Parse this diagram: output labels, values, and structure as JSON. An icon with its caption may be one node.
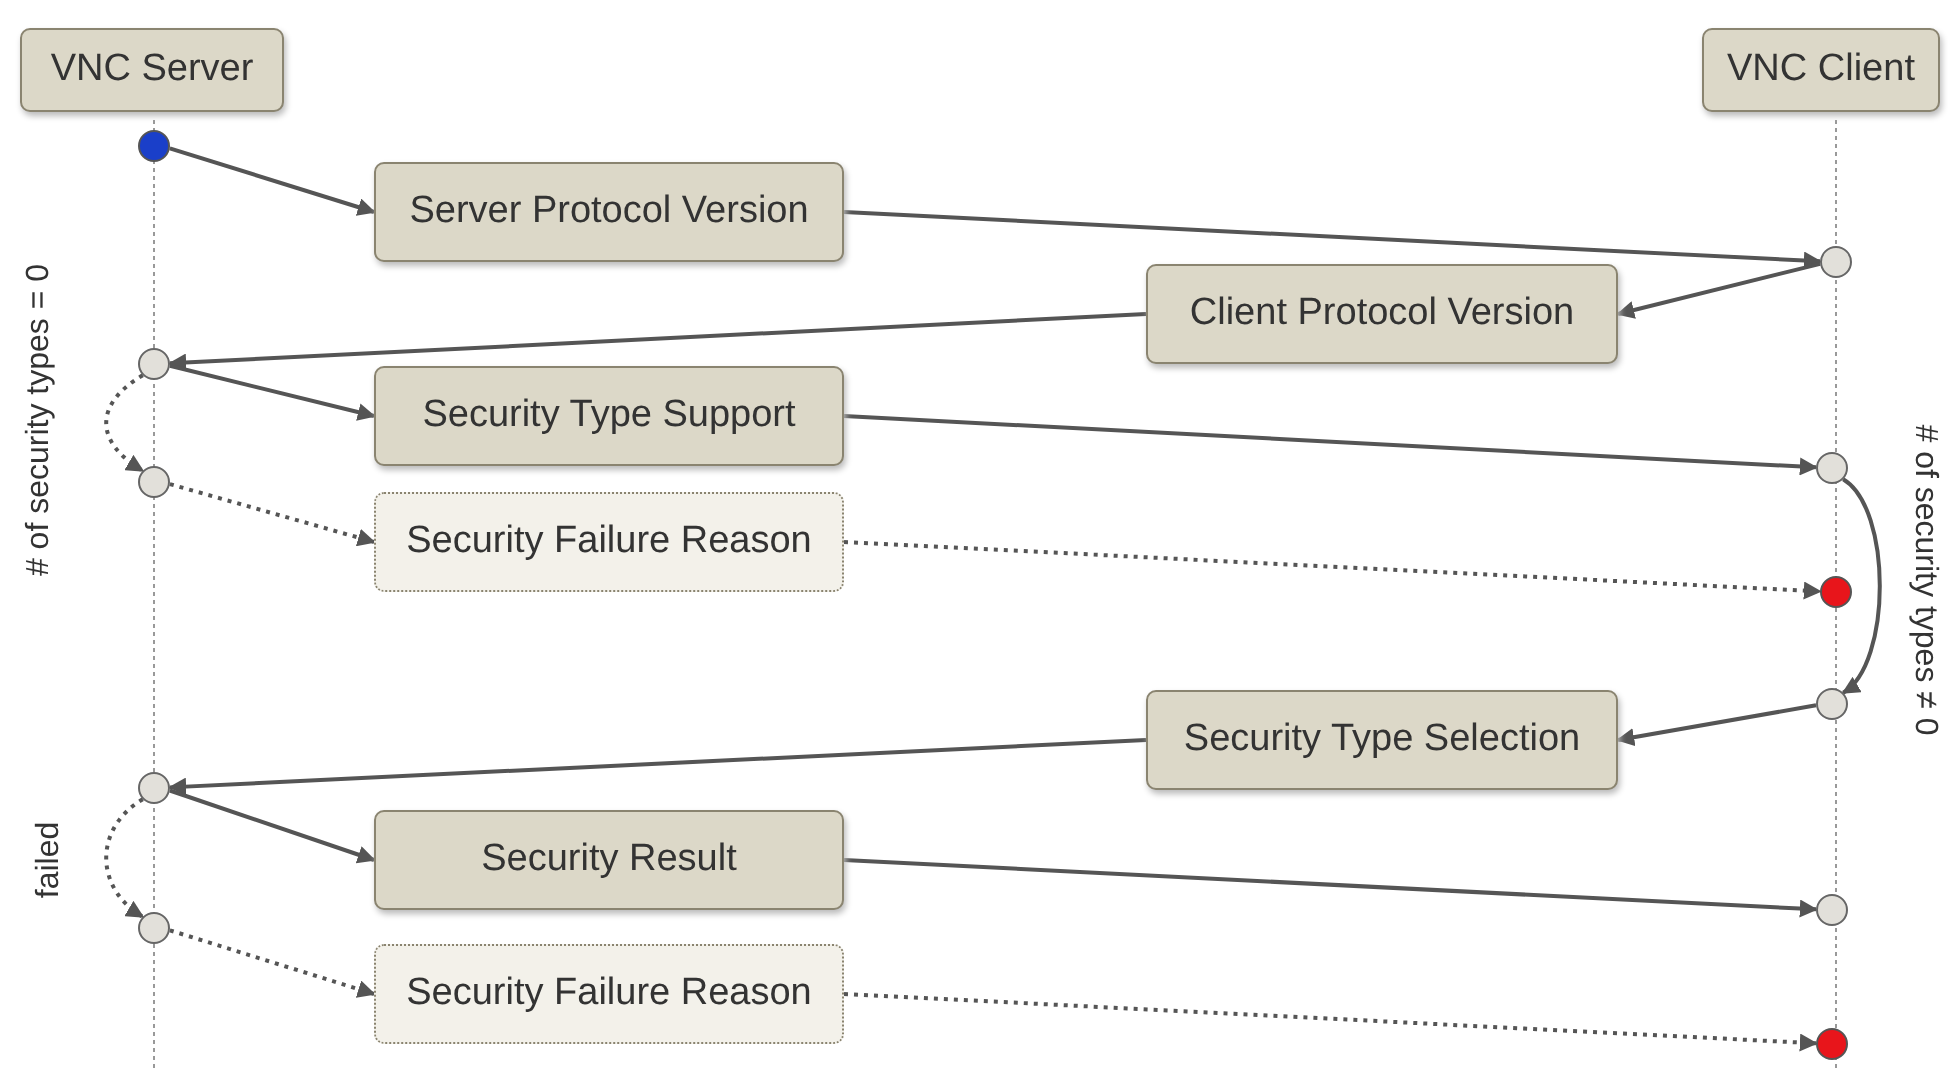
{
  "diagram": {
    "nodes": [
      {
        "text": [
          "VNC Server"
        ]
      },
      {
        "text": [
          "VNC Client"
        ]
      },
      {
        "text": [],
        "shape": "circle"
      },
      {
        "text": [
          "Server Protocol Version"
        ]
      },
      {
        "text": [],
        "shape": "circle"
      },
      {
        "text": [
          "Client Protocol Version"
        ]
      },
      {
        "text": [],
        "shape": "circle"
      },
      {
        "text": [
          "Security Type Support"
        ]
      },
      {
        "text": [],
        "shape": "circle"
      },
      {
        "text": [],
        "shape": "circle"
      },
      {
        "text": [
          "Security Failure Reason"
        ]
      },
      {
        "text": [],
        "shape": "circle"
      },
      {
        "text": [],
        "shape": "circle"
      },
      {
        "text": [
          "Security Type Selection"
        ]
      },
      {
        "text": [],
        "shape": "circle"
      },
      {
        "text": [
          "Security Result"
        ]
      },
      {
        "text": [],
        "shape": "circle"
      },
      {
        "text": [],
        "shape": "circle"
      },
      {
        "text": [
          "Security Failure Reason"
        ]
      },
      {
        "text": [],
        "shape": "circle"
      }
    ],
    "edges": [
      {
        "from": 2,
        "to": 3,
        "arrow": "to"
      },
      {
        "from": 3,
        "to": 4,
        "arrow": "to"
      },
      {
        "from": 4,
        "to": 5,
        "arrow": "to"
      },
      {
        "from": 5,
        "to": 6,
        "arrow": "to"
      },
      {
        "from": 6,
        "to": 7,
        "arrow": "to"
      },
      {
        "from": 7,
        "to": 8,
        "arrow": "to"
      },
      {
        "from": 6,
        "to": 9,
        "arrow": "to",
        "style": "dashed",
        "label": "# of security types = 0"
      },
      {
        "from": 9,
        "to": 10,
        "arrow": "to",
        "style": "dashed"
      },
      {
        "from": 10,
        "to": 11,
        "arrow": "to",
        "style": "dashed"
      },
      {
        "from": 8,
        "to": 12,
        "arrow": "to",
        "label": "# of security types ≠ 0"
      },
      {
        "from": 12,
        "to": 13,
        "arrow": "to"
      },
      {
        "from": 13,
        "to": 14,
        "arrow": "to"
      },
      {
        "from": 14,
        "to": 15,
        "arrow": "to"
      },
      {
        "from": 15,
        "to": 16,
        "arrow": "to"
      },
      {
        "from": 14,
        "to": 17,
        "arrow": "to",
        "style": "dashed",
        "label": "failed"
      },
      {
        "from": 17,
        "to": 18,
        "arrow": "to",
        "style": "dashed"
      },
      {
        "from": 18,
        "to": 19,
        "arrow": "to",
        "style": "dashed"
      }
    ]
  }
}
